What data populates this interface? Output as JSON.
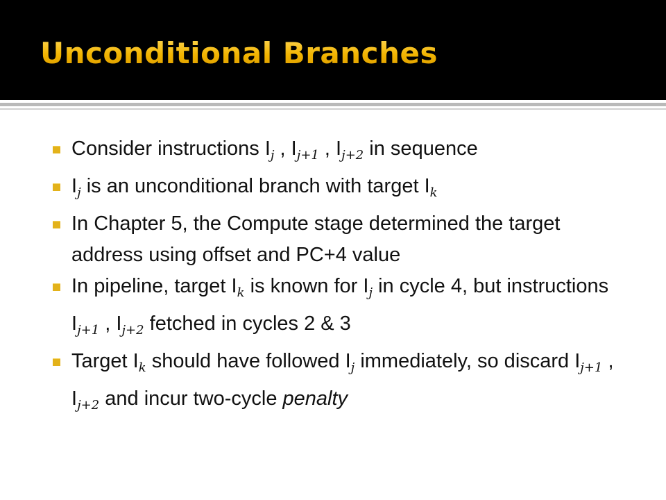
{
  "slide": {
    "title": "Unconditional Branches",
    "accent_color": "#f2b400",
    "bullet_color": "#e3b21a",
    "bullets": [
      {
        "parts": [
          {
            "text": "Consider instructions I"
          },
          {
            "sub": "j"
          },
          {
            "text": " , I"
          },
          {
            "sub": "j+1"
          },
          {
            "text": " , I"
          },
          {
            "sub": "j+2"
          },
          {
            "text": " in sequence"
          }
        ]
      },
      {
        "parts": [
          {
            "text": "I"
          },
          {
            "sub": "j"
          },
          {
            "text": " is an unconditional branch with target I"
          },
          {
            "sub": "k"
          }
        ]
      },
      {
        "parts": [
          {
            "text": "In Chapter 5, the Compute stage determined the target address using offset and PC+4 value"
          }
        ]
      },
      {
        "parts": [
          {
            "text": "In pipeline, target I"
          },
          {
            "sub": "k"
          },
          {
            "text": " is known for I"
          },
          {
            "sub": "j"
          },
          {
            "text": " in cycle 4, but instructions I"
          },
          {
            "sub": "j+1"
          },
          {
            "text": " , I"
          },
          {
            "sub": "j+2"
          },
          {
            "text": " fetched in cycles 2 & 3"
          }
        ]
      },
      {
        "parts": [
          {
            "text": "Target I"
          },
          {
            "sub": "k"
          },
          {
            "text": " should have followed I"
          },
          {
            "sub": "j"
          },
          {
            "text": " immediately, so discard I"
          },
          {
            "sub": "j+1"
          },
          {
            "text": " , I"
          },
          {
            "sub": "j+2"
          },
          {
            "text": " and incur two-cycle "
          },
          {
            "em": "penalty"
          }
        ]
      }
    ]
  }
}
